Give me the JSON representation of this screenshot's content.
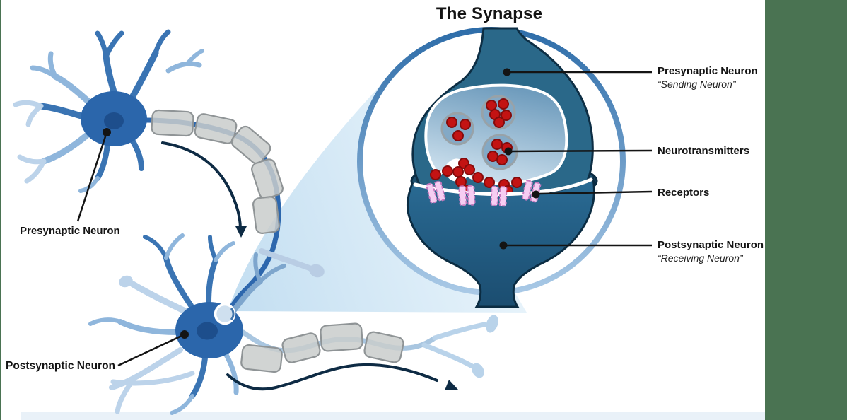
{
  "title": "The Synapse",
  "left_labels": {
    "presynaptic": "Presynaptic Neuron",
    "postsynaptic": "Postsynaptic Neuron"
  },
  "right_labels": {
    "presynaptic": "Presynaptic Neuron",
    "presynaptic_sub": "“Sending Neuron”",
    "neurotransmitters": "Neurotransmitters",
    "receptors": "Receptors",
    "postsynaptic": "Postsynaptic Neuron",
    "postsynaptic_sub": "“Receiving Neuron”"
  },
  "colors": {
    "accent_green": "#4a7352",
    "neuron_soma_blue": "#2b66ab",
    "nucleus_blue": "#1d4e8c",
    "dendrite_medium_blue": "#3a74b3",
    "dendrite_light_blue": "#8fb6dc",
    "dendrite_pale_blue": "#bcd3ea",
    "myelin_gray": "#c9cccb",
    "terminal_teal": "#2a6889",
    "postsynaptic_teal": "#26648d",
    "synapse_backwall_teal": "#1d4e6d",
    "vesicle_blue": "#83a9c6",
    "neurotransmitter_red": "#c31313",
    "receptor_pink": "#f6cdf2",
    "receptor_outline": "#c678be",
    "zoom_circle_blue": "#2e6da9",
    "zoom_beam_blue": "#cde5f5",
    "signal_arrow_navy": "#0e2b44",
    "label_black": "#141414"
  }
}
